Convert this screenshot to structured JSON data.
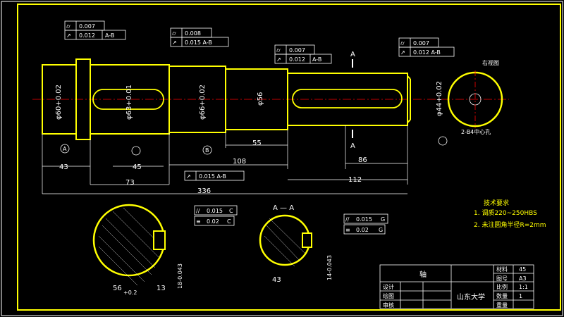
{
  "drawing": {
    "tolerances": {
      "top_left": {
        "cyl": "0.007",
        "runout": "0.012",
        "datum": "A-B"
      },
      "top_mid": {
        "cyl": "0.008",
        "runout": "0.015 A-B"
      },
      "top_center": {
        "cyl": "0.007",
        "runout": "0.012",
        "datum": "A-B"
      },
      "top_right": {
        "cyl": "0.007",
        "runout": "0.012 A-B"
      },
      "mid": {
        "runout": "0.015 A-B"
      },
      "section_left_1": {
        "parallel": "0.015",
        "datum": "C"
      },
      "section_left_2": {
        "sym": "0.02",
        "datum": "C"
      },
      "section_right_1": {
        "parallel": "0.015",
        "datum": "G"
      },
      "section_right_2": {
        "sym": "0.02",
        "datum": "G"
      }
    },
    "dims": {
      "phi60": "φ60+0.02",
      "phi63": "φ63+0.01",
      "phi66": "φ66+0.02",
      "phi56": "φ56",
      "phi44": "φ44+0.02",
      "d43": "43",
      "d45": "45",
      "d108": "108",
      "d55": "55",
      "d86": "86",
      "d112": "112",
      "d336": "336",
      "d73": "73",
      "sec_left_56": "56",
      "sec_left_02": "+0.2",
      "sec_left_13": "13",
      "sec_left_18": "18-0.043",
      "sec_right_43": "43",
      "sec_right_14": "14-0.043"
    },
    "labels": {
      "view_a": "A",
      "section_aa": "A — A",
      "right_view": "右视图",
      "center_hole": "2-B4中心孔",
      "datum_a": "A",
      "datum_b": "B",
      "datum_c": "C",
      "datum_g": "G",
      "tech_req_title": "技术要求",
      "tech_req_1": "1. 调质220~250HBS",
      "tech_req_2": "2. 未注圆角半径R=2mm"
    },
    "title_block": {
      "part_name": "轴",
      "school": "山东大学",
      "rows": [
        "设计",
        "绘图",
        "审核"
      ],
      "right_labels": [
        "材料",
        "图号",
        "比例",
        "数量",
        "重量"
      ],
      "right_values": [
        "45",
        "A3",
        "1:1",
        "1",
        ""
      ]
    }
  }
}
